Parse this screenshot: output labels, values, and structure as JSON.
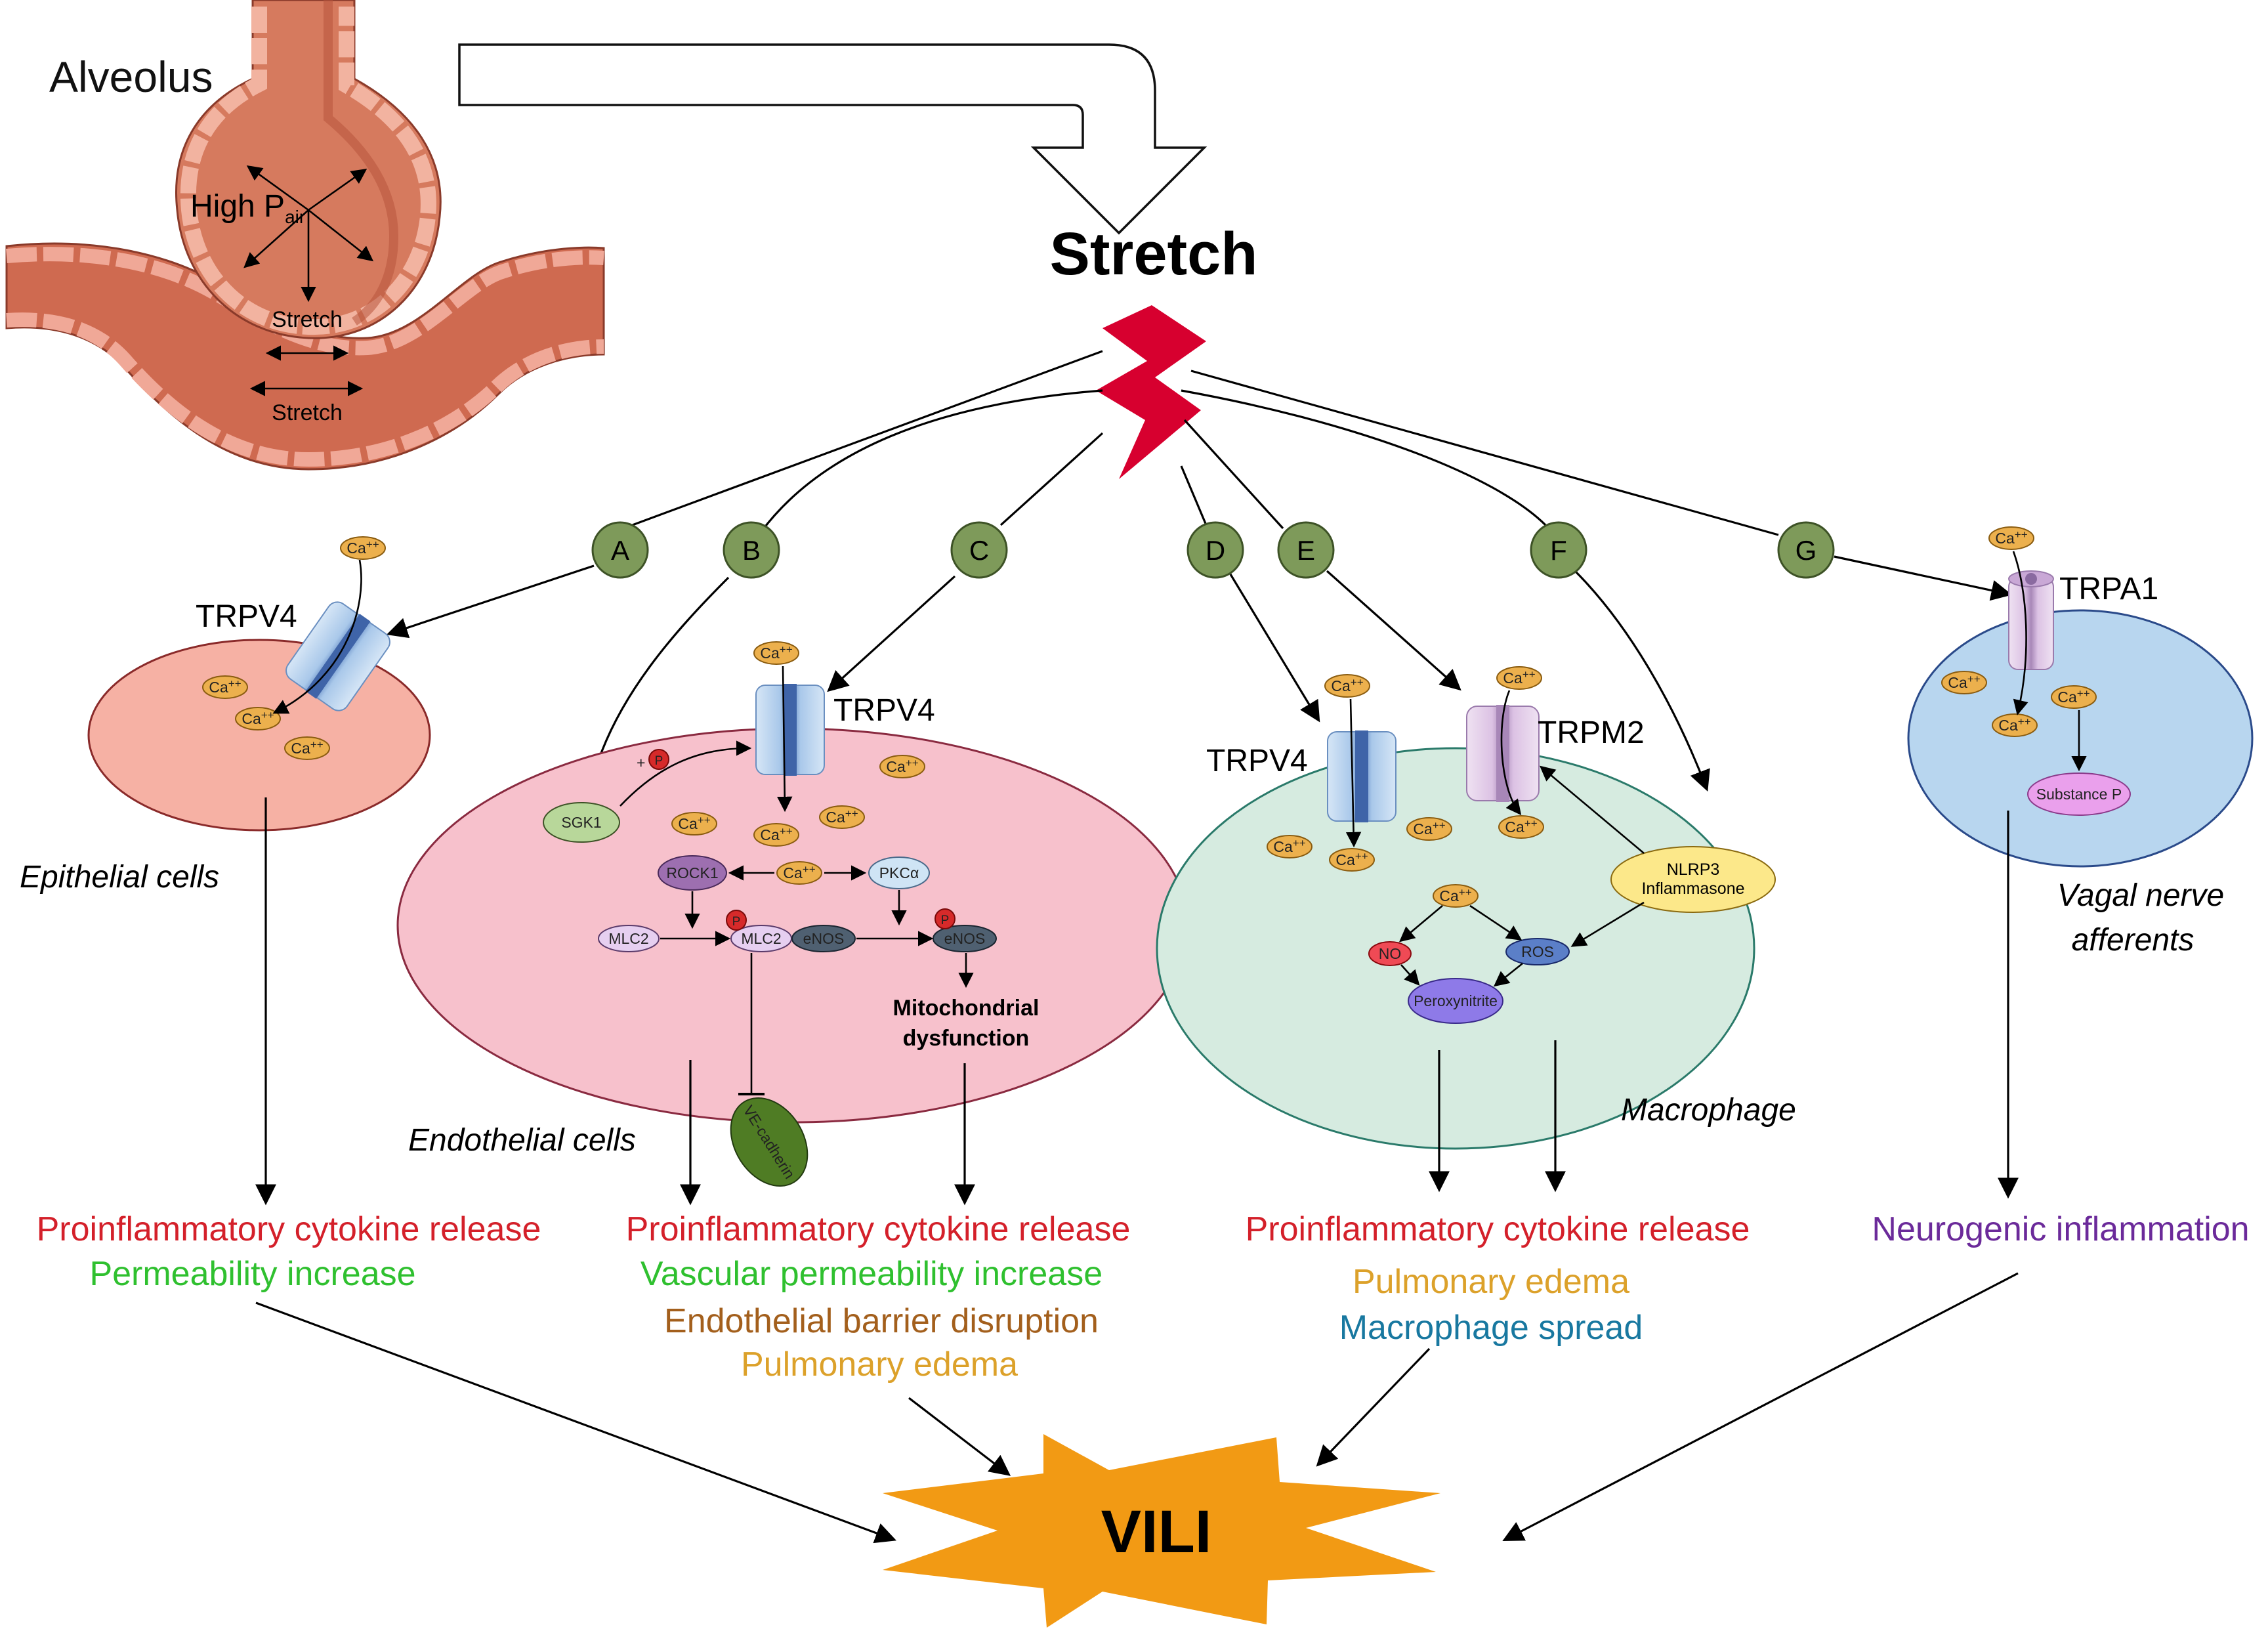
{
  "colors": {
    "red": "#d4202a",
    "green": "#2fc02f",
    "brown": "#a35f1c",
    "gold": "#dca12a",
    "teal": "#1878a0",
    "purple": "#6b2a9a",
    "lightning": "#d7002f",
    "vili": "#f29a14",
    "badge": "#7e9a5a",
    "epithelial_cell": "#f6b1a4",
    "endothelial_cell": "#f7c1cc",
    "macrophage_cell": "#d6ebe0",
    "vagal_cell": "#b8d6ef",
    "calcium": "#ecb04d"
  },
  "alveolus": {
    "title": "Alveolus",
    "high_p": "High P",
    "high_p_sub": "air",
    "stretch_1": "Stretch",
    "stretch_2": "Stretch"
  },
  "stretch_title": "Stretch",
  "pathways": [
    "A",
    "B",
    "C",
    "D",
    "E",
    "F",
    "G"
  ],
  "ion": "Ca",
  "ion_charge": "++",
  "phospho": "P",
  "plus_phospho": "+",
  "epithelial": {
    "channel": "TRPV4",
    "cell_label": "Epithelial cells",
    "effects": [
      "Proinflammatory cytokine release",
      "Permeability increase"
    ]
  },
  "endothelial": {
    "channel": "TRPV4",
    "sgk1": "SGK1",
    "rock1": "ROCK1",
    "pkc": "PKCα",
    "mlc2": "MLC2",
    "mlc2p": "MLC2",
    "enos": "eNOS",
    "enosp": "eNOS",
    "mito_1": "Mitochondrial",
    "mito_2": "dysfunction",
    "vecad": "VE-cadherin",
    "cell_label": "Endothelial cells",
    "effects": [
      "Proinflammatory cytokine release",
      "Vascular permeability increase",
      "Endothelial barrier disruption",
      "Pulmonary edema"
    ]
  },
  "macrophage": {
    "channel_1": "TRPV4",
    "channel_2": "TRPM2",
    "nlrp3_1": "NLRP3",
    "nlrp3_2": "Inflammasone",
    "no": "NO",
    "ros": "ROS",
    "peroxy": "Peroxynitrite",
    "cell_label": "Macrophage",
    "effects": [
      "Proinflammatory cytokine release",
      "Pulmonary edema",
      "Macrophage spread"
    ]
  },
  "vagal": {
    "channel": "TRPA1",
    "substance": "Substance P",
    "cell_label_1": "Vagal nerve",
    "cell_label_2": "afferents",
    "effects": [
      "Neurogenic inflammation"
    ]
  },
  "outcome": "VILI"
}
